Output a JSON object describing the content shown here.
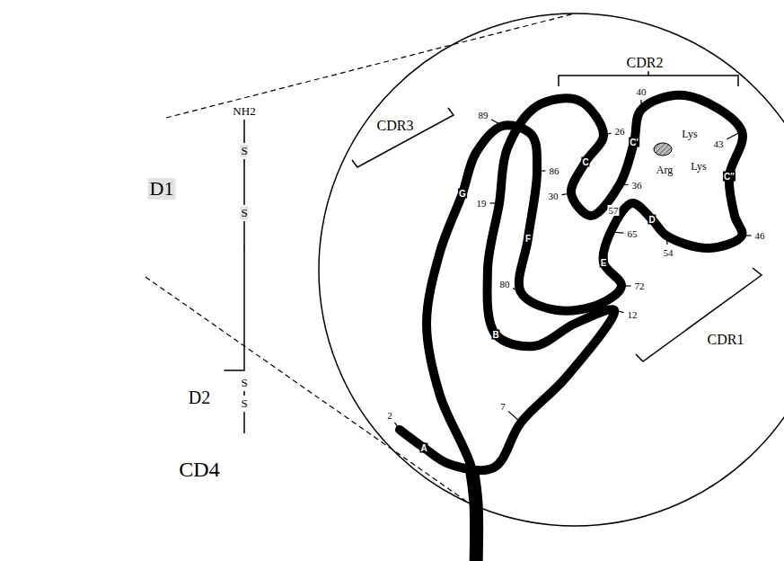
{
  "diagram": {
    "nodes": [
      {
        "text": [
          "D1"
        ]
      },
      {
        "text": [
          "D2"
        ]
      }
    ],
    "edges": [
      {
        "from": 0,
        "to": 1,
        "arrow": "none"
      }
    ],
    "labels": [
      "NH2",
      "S",
      "S",
      "S",
      "S",
      "CD4",
      "CDR3",
      "CDR2",
      "40",
      "26",
      "36",
      "C'",
      "Lys",
      "43",
      "Arg",
      "Lys",
      "C",
      "C''",
      "19",
      "30",
      "57",
      "D",
      "46",
      "54",
      "65",
      "G",
      "F",
      "E",
      "72",
      "A",
      "B",
      "80",
      "12",
      "CDR1",
      "2",
      "7",
      "86",
      "89"
    ]
  }
}
